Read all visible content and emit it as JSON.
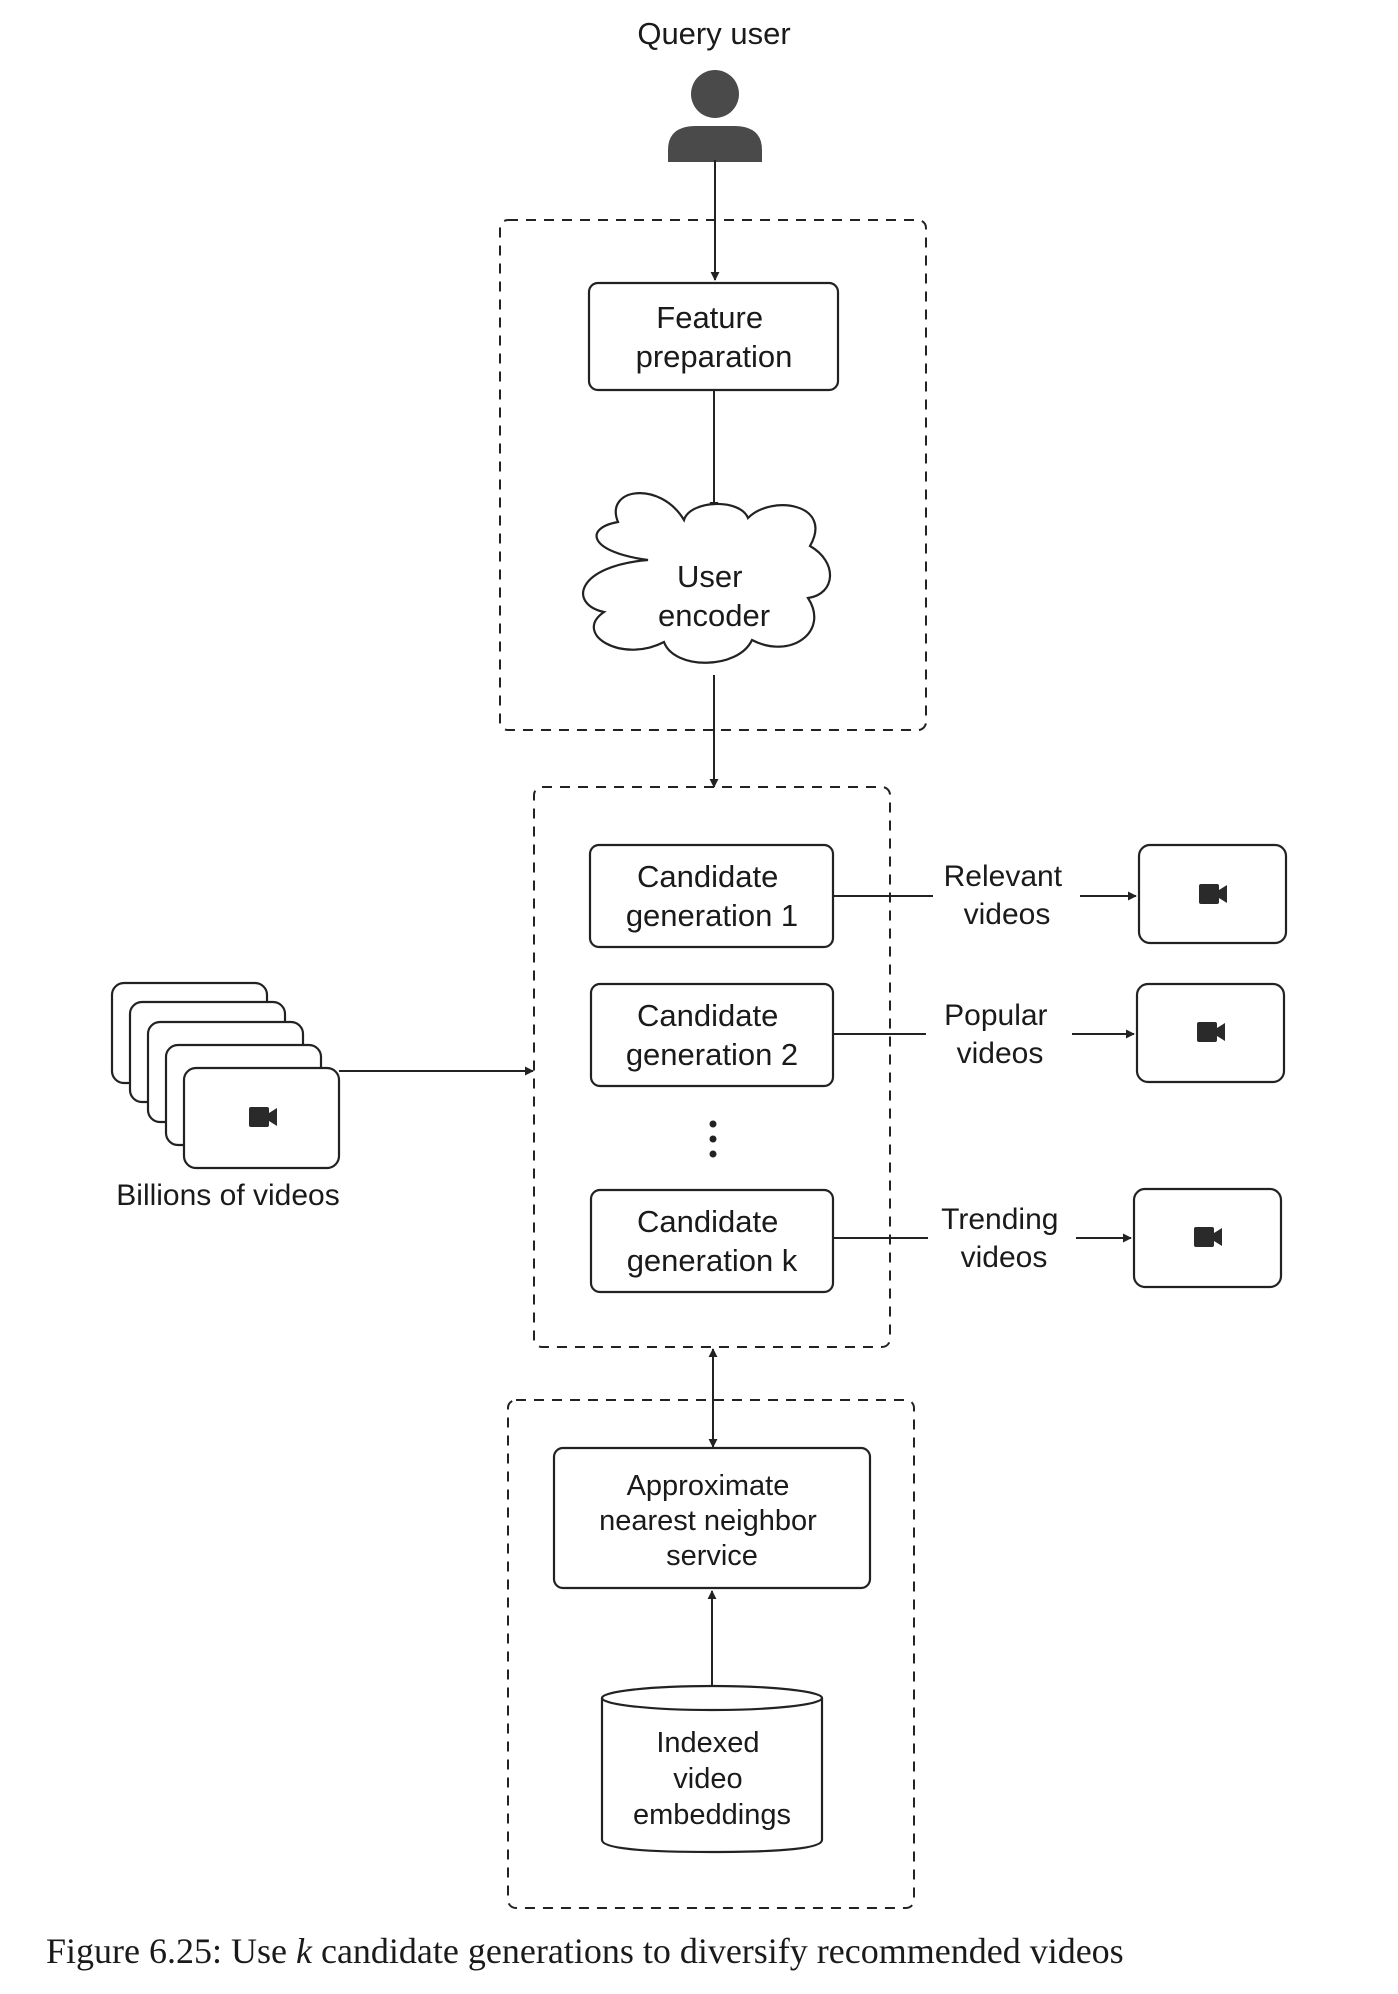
{
  "nodes": {
    "query_user": "Query user",
    "feature_preparation": [
      "Feature",
      "preparation"
    ],
    "user_encoder": [
      "User",
      "encoder"
    ],
    "candidate_generation_1": [
      "Candidate",
      "generation 1"
    ],
    "candidate_generation_2": [
      "Candidate",
      "generation 2"
    ],
    "candidate_generation_k": [
      "Candidate",
      "generation k"
    ],
    "billions_of_videos": "Billions of videos",
    "relevant_videos": [
      "Relevant",
      "videos"
    ],
    "popular_videos": [
      "Popular",
      "videos"
    ],
    "trending_videos": [
      "Trending",
      "videos"
    ],
    "ann_service": [
      "Approximate",
      "nearest neighbor",
      "service"
    ],
    "indexed_embeddings": [
      "Indexed",
      "video",
      "embeddings"
    ]
  },
  "icons": {
    "user": "user-icon",
    "video": "video-camera-icon"
  },
  "edges": [
    {
      "from": "query_user",
      "to": "feature_preparation"
    },
    {
      "from": "feature_preparation",
      "to": "user_encoder"
    },
    {
      "from": "user_encoder",
      "to": "candidate_generation_group"
    },
    {
      "from": "billions_of_videos",
      "to": "candidate_generation_group"
    },
    {
      "from": "candidate_generation_1",
      "to": "relevant_videos_output"
    },
    {
      "from": "candidate_generation_2",
      "to": "popular_videos_output"
    },
    {
      "from": "candidate_generation_k",
      "to": "trending_videos_output"
    },
    {
      "from": "candidate_generation_group",
      "to": "ann_service",
      "bidirectional": true
    },
    {
      "from": "indexed_embeddings",
      "to": "ann_service"
    }
  ],
  "caption": {
    "prefix": "Figure 6.25: Use ",
    "variable": "k",
    "suffix": " candidate generations to diversify recommended videos"
  }
}
